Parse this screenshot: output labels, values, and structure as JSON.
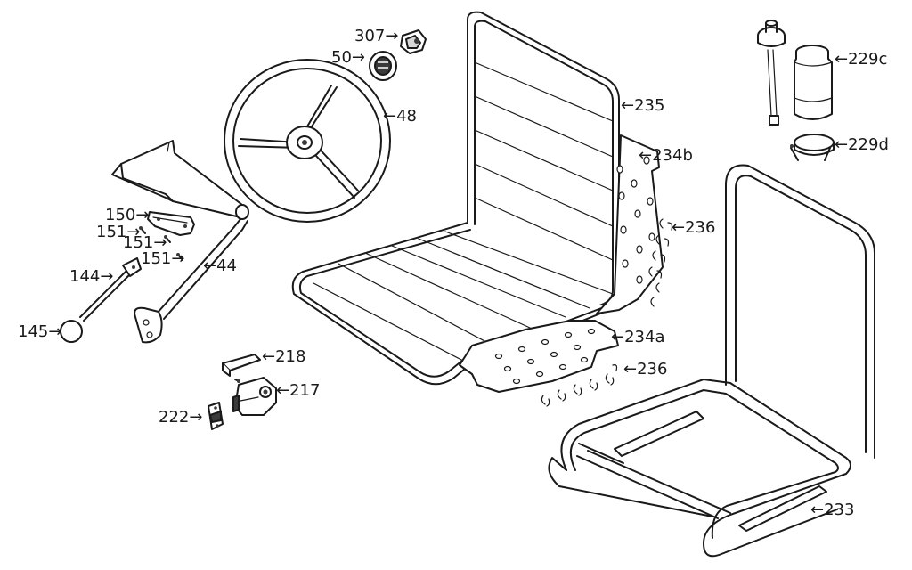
{
  "diagram": {
    "parts": [
      {
        "id": "307",
        "label": "307→",
        "name": "hand-control-knob"
      },
      {
        "id": "50",
        "label": "50→",
        "name": "horn-button"
      },
      {
        "id": "48",
        "label": "←48",
        "name": "steering-wheel"
      },
      {
        "id": "235",
        "label": "←235",
        "name": "seat-cushion"
      },
      {
        "id": "234b",
        "label": "←234b",
        "name": "backrest-spring-panel"
      },
      {
        "id": "236a",
        "label": "←236",
        "name": "backrest-clips"
      },
      {
        "id": "234a",
        "label": "←234a",
        "name": "seat-spring-panel"
      },
      {
        "id": "236b",
        "label": "←236",
        "name": "seat-clips"
      },
      {
        "id": "229c",
        "label": "←229c",
        "name": "washer-bottle"
      },
      {
        "id": "229d",
        "label": "←229d",
        "name": "bottle-bracket"
      },
      {
        "id": "233",
        "label": "←233",
        "name": "tube-seat-frame"
      },
      {
        "id": "150",
        "label": "150→",
        "name": "handle-grip"
      },
      {
        "id": "151a",
        "label": "151→",
        "name": "screw-1"
      },
      {
        "id": "151b",
        "label": "151→",
        "name": "screw-2"
      },
      {
        "id": "151c",
        "label": "151→",
        "name": "screw-3"
      },
      {
        "id": "44",
        "label": "←44",
        "name": "support-bracket-arm"
      },
      {
        "id": "144",
        "label": "144→",
        "name": "gear-lever-rod"
      },
      {
        "id": "145",
        "label": "145→",
        "name": "gear-knob"
      },
      {
        "id": "218",
        "label": "←218",
        "name": "door-lever"
      },
      {
        "id": "217",
        "label": "←217",
        "name": "lock-body"
      },
      {
        "id": "222",
        "label": "222→",
        "name": "striker-plate"
      }
    ]
  }
}
